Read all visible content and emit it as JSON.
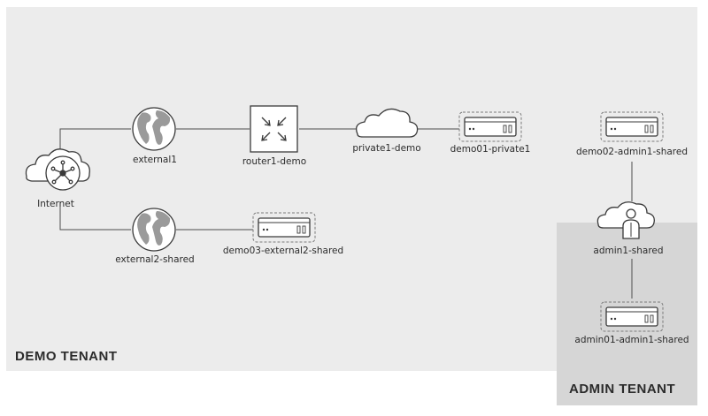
{
  "diagram": {
    "tenants": {
      "demo": "DEMO TENANT",
      "admin": "ADMIN TENANT"
    },
    "nodes": {
      "internet": {
        "label": "Internet",
        "icon": "internet-cloud-icon"
      },
      "external1": {
        "label": "external1",
        "icon": "globe-icon"
      },
      "external2_shared": {
        "label": "external2-shared",
        "icon": "globe-icon"
      },
      "router1_demo": {
        "label": "router1-demo",
        "icon": "router-icon"
      },
      "private1_demo": {
        "label": "private1-demo",
        "icon": "cloud-icon"
      },
      "demo01_private1": {
        "label": "demo01-private1",
        "icon": "server-icon"
      },
      "demo03_external2_shared": {
        "label": "demo03-external2-shared",
        "icon": "server-icon"
      },
      "demo02_admin1_shared": {
        "label": "demo02-admin1-shared",
        "icon": "server-icon"
      },
      "admin1_shared": {
        "label": "admin1-shared",
        "icon": "user-cloud-icon"
      },
      "admin01_admin1_shared": {
        "label": "admin01-admin1-shared",
        "icon": "server-icon"
      }
    },
    "colors": {
      "demo_tenant_bg": "#ececec",
      "admin_tenant_bg": "#d6d6d6",
      "line": "#4d4d4d",
      "icon_stroke": "#3a3a3a",
      "icon_fill": "#ffffff"
    }
  }
}
